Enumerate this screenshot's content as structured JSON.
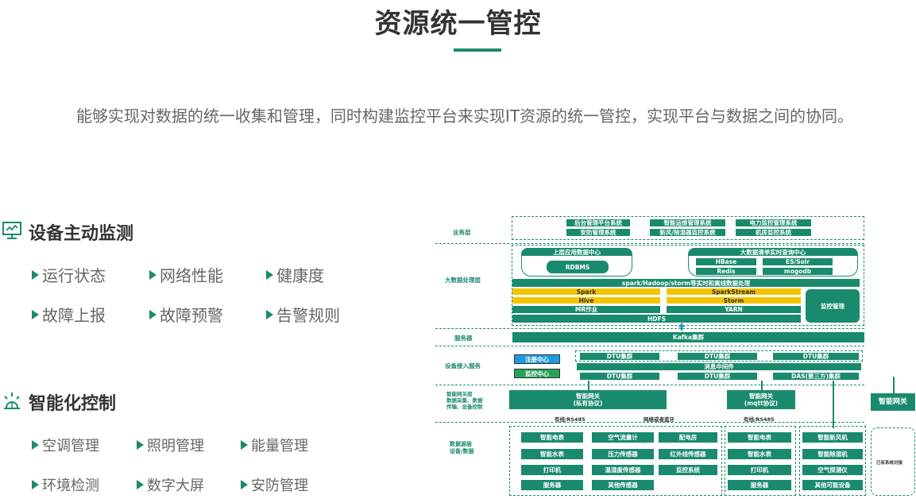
{
  "header": {
    "title": "资源统一管控",
    "description": "能够实现对数据的统一收集和管理，同时构建监控平台来实现IT资源的统一管控，实现平台与数据之间的协同。"
  },
  "monitor": {
    "title": "设备主动监测",
    "items": [
      "运行状态",
      "网络性能",
      "健康度",
      "故障上报",
      "故障预警",
      "告警规则"
    ]
  },
  "control": {
    "title": "智能化控制",
    "items": [
      "空调管理",
      "照明管理",
      "能量管理",
      "环境检测",
      "数字大屏",
      "安防管理"
    ]
  },
  "diagram": {
    "layers": {
      "business": "业务层",
      "bigdata": "大数据处理层",
      "server": "服务器",
      "access": "设备接入服务",
      "gateway": "智能网关层\n数据采集、数据\n传输、设备控制",
      "source": "数据源层\n设备/数据"
    },
    "business_boxes": [
      "后台管理平台系统",
      "智能运维管理系统",
      "电力监控管理系统",
      "安防管理系统",
      "新风/除湿器监控系统",
      "机房监控系统"
    ],
    "app_center": "上层应用数据中心",
    "rdbms": "RDBMS",
    "query_center": "大数据清单实时查询中心",
    "stores": [
      "HBase",
      "ES/Solr",
      "Redis",
      "mogodb"
    ],
    "compute_title": "spark/Hadoop/storm等实时和离线数据处理",
    "spark": "Spark",
    "sparkstream": "SparkStream",
    "hive": "Hive",
    "storm": "Storm",
    "mr": "MR作业",
    "yarn": "YARN",
    "hdfs": "HDFS",
    "monitor_mgmt": "监控管理",
    "kafka": "Kafka集群",
    "register": "注册中心",
    "monitor_center": "监控中心",
    "dtu": [
      "DTU集群",
      "DTU集群",
      "DTU集群"
    ],
    "msg_center": "消息中间件",
    "dtu2": [
      "DTU集群",
      "DTU集群"
    ],
    "das": "DAS(第三方)集群",
    "gw1": "智能网关\n(私有协议)",
    "gw2": "智能网关\n(mqtt协议)",
    "gw3": "智能网关",
    "link1": "有线/RS485",
    "link2": "网络或者蓝牙",
    "link3": "有线/RS485",
    "devices_left": [
      "智能电表",
      "空气流量计",
      "配电房",
      "智能水表",
      "压力传感器",
      "红外线传感器",
      "打印机",
      "温湿度传感器",
      "监控系统",
      "服务器",
      "其他传感器"
    ],
    "devices_mid": [
      "智能电表",
      "智能水表",
      "打印机",
      "服务器"
    ],
    "devices_right": [
      "智能新风机",
      "智能除湿机",
      "空气探测仪",
      "其他可能设备"
    ],
    "existing": "已有系统对接"
  },
  "colors": {
    "accent": "#1a8a6e",
    "yellow": "#f5c400",
    "blue": "#1e9be0"
  },
  "icons": {
    "monitor": "monitor-icon",
    "control": "lamp-icon"
  }
}
